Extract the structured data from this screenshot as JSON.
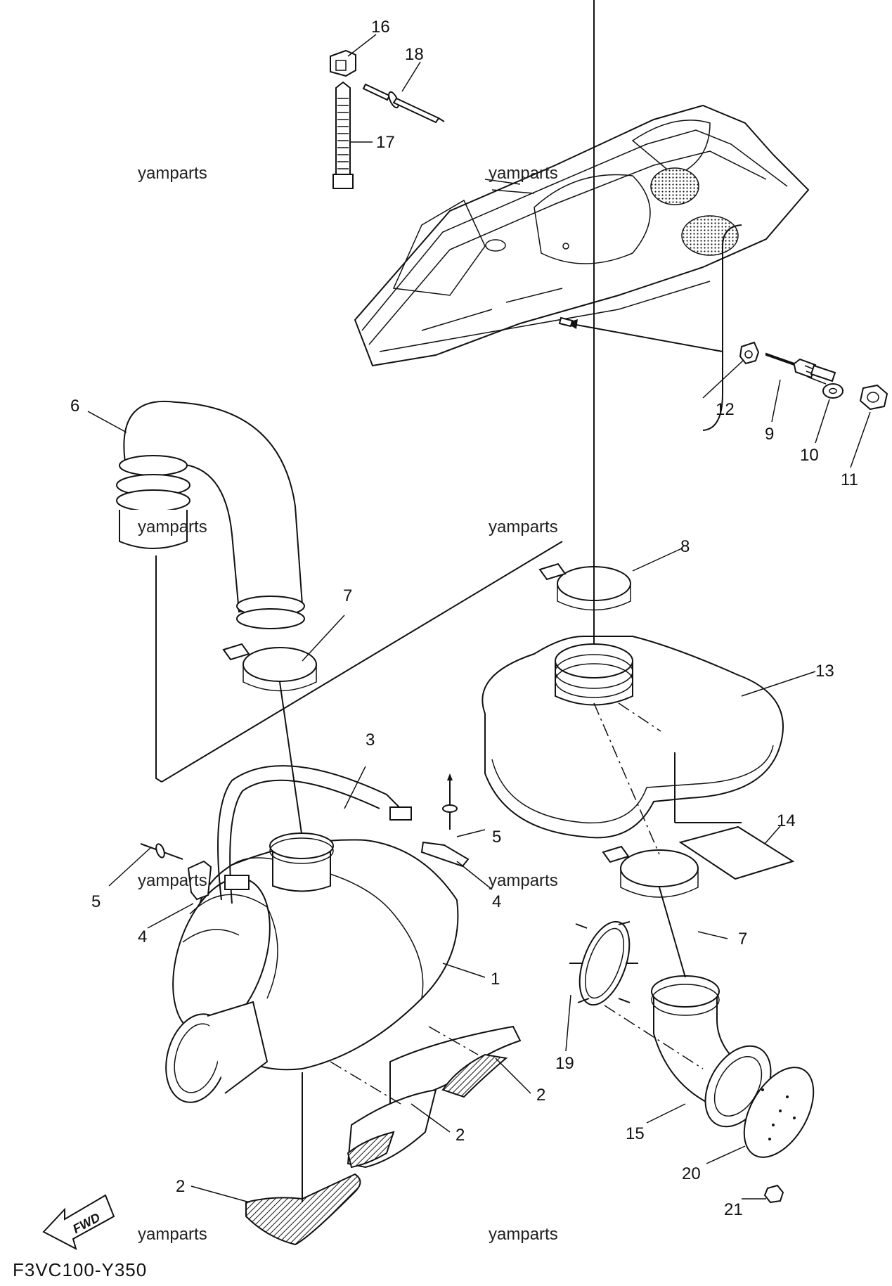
{
  "diagram_code": "F3VC100-Y350",
  "watermark_text": "yamparts",
  "direction_badge": "FWD",
  "callouts": {
    "c1": "1",
    "c2a": "2",
    "c2b": "2",
    "c2c": "2",
    "c3": "3",
    "c4a": "4",
    "c4b": "4",
    "c5a": "5",
    "c5b": "5",
    "c6": "6",
    "c7a": "7",
    "c7b": "7",
    "c8": "8",
    "c9": "9",
    "c10": "10",
    "c11": "11",
    "c12": "12",
    "c13": "13",
    "c14": "14",
    "c15": "15",
    "c16": "16",
    "c17": "17",
    "c18": "18",
    "c19": "19",
    "c20": "20",
    "c21": "21"
  }
}
